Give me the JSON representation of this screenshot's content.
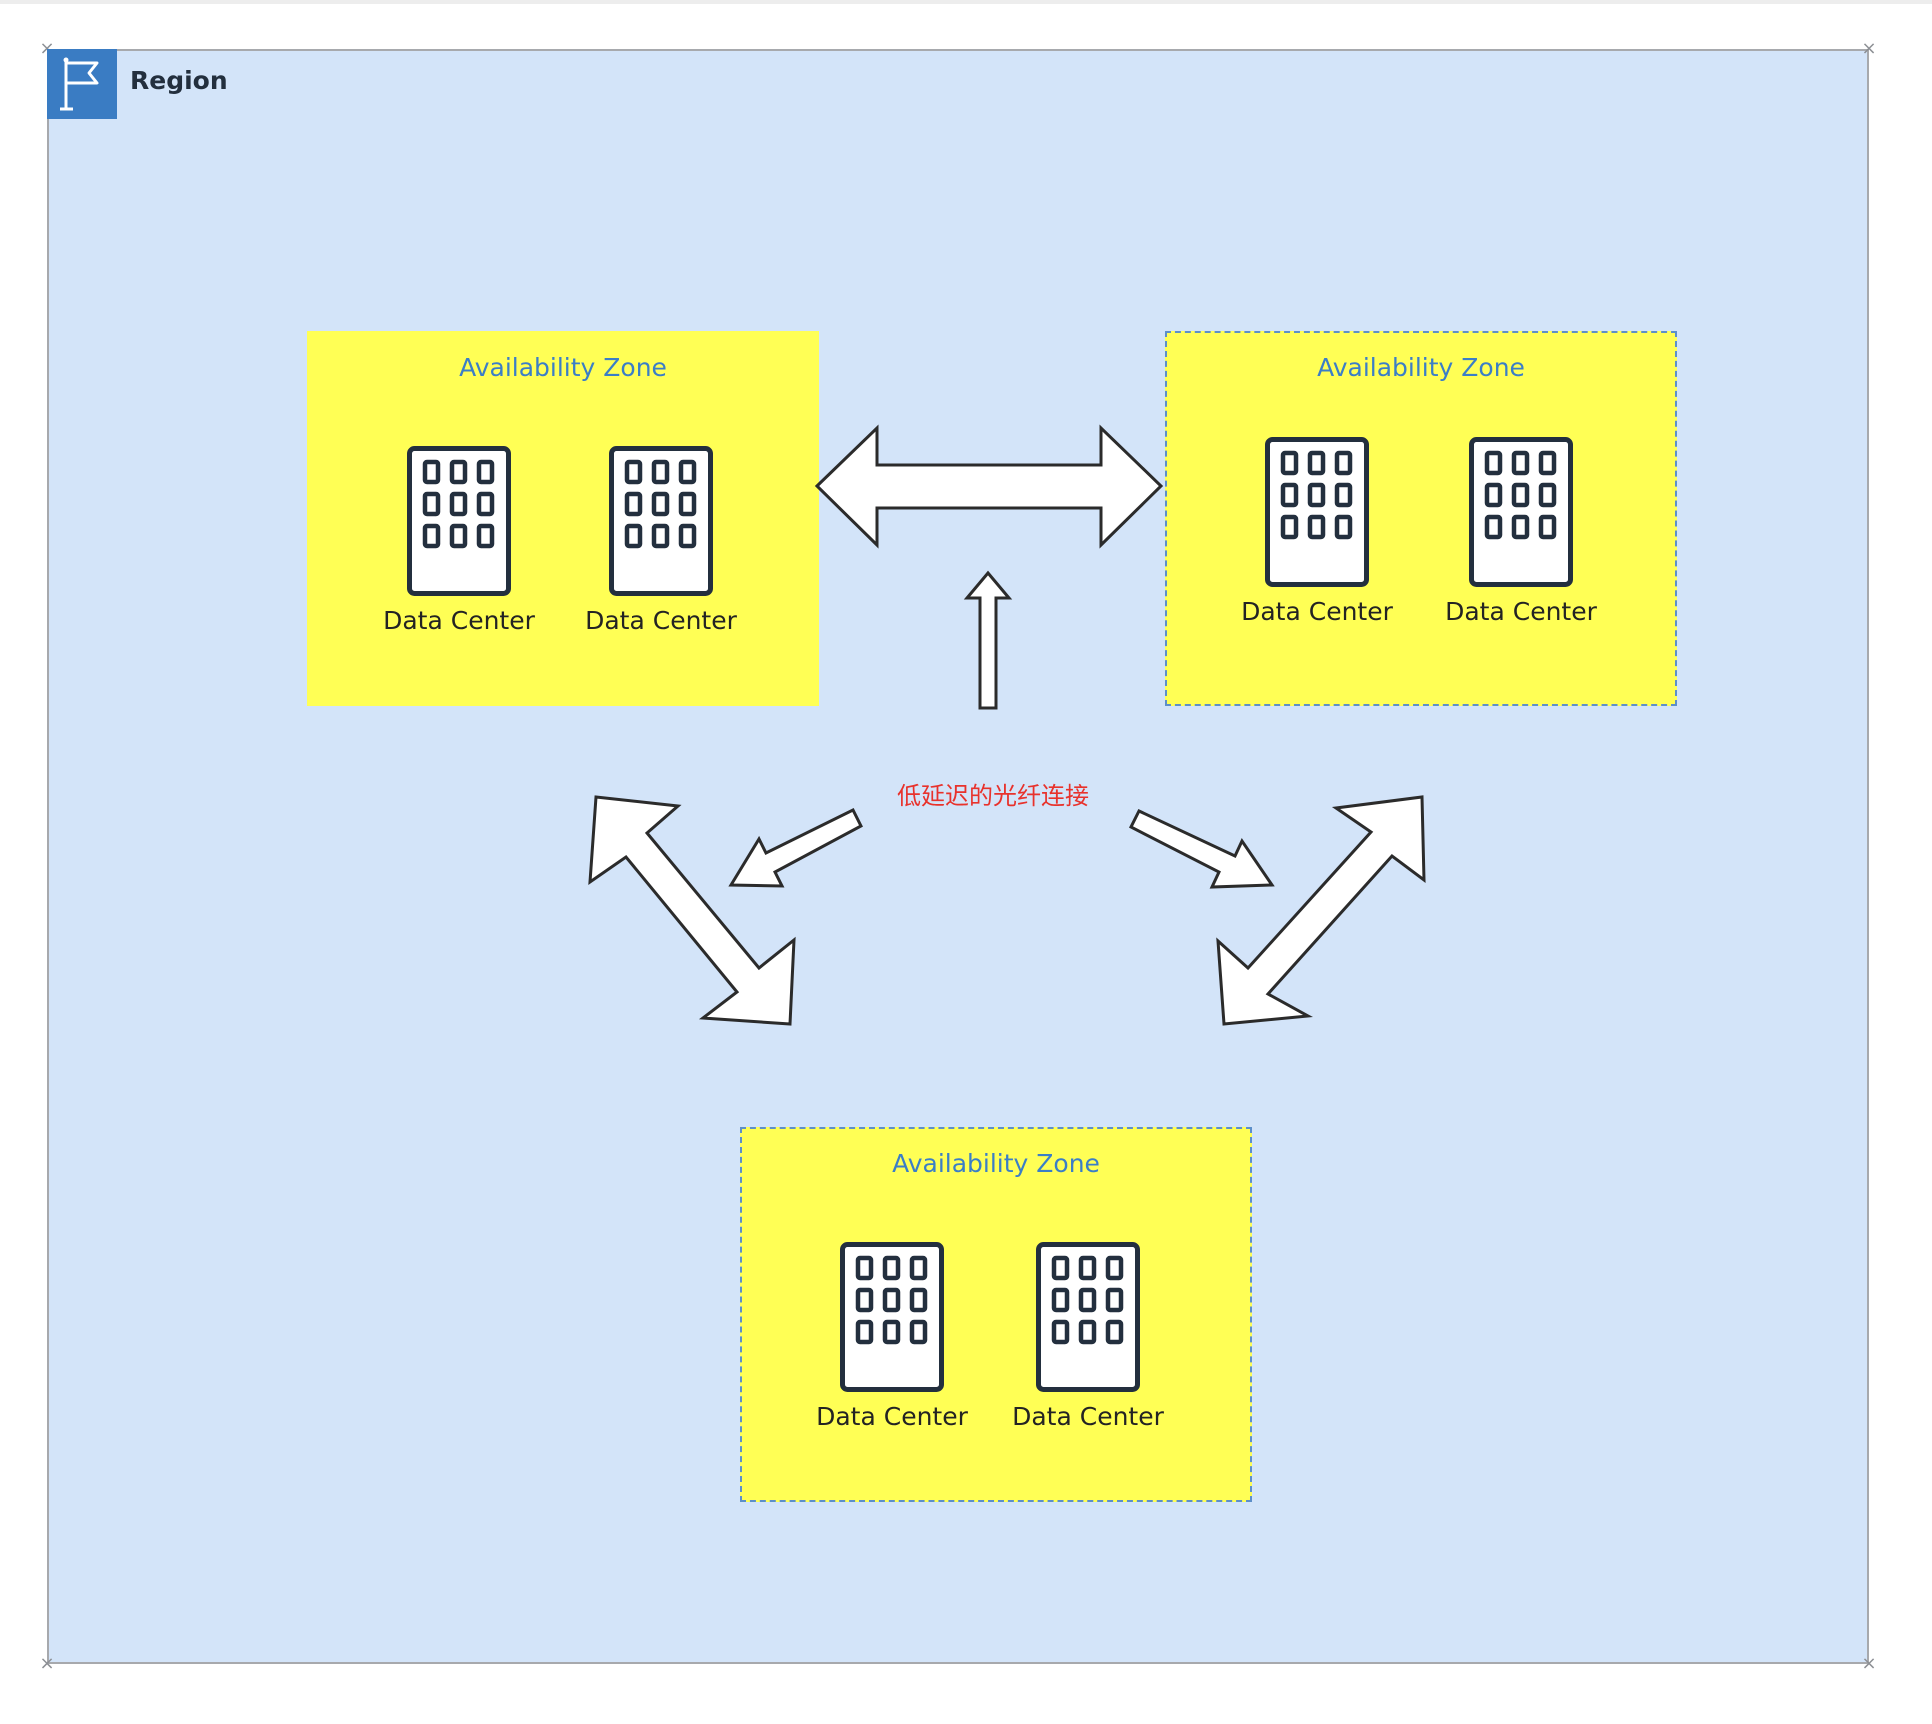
{
  "region": {
    "label": "Region",
    "icon": "flag-icon",
    "colors": {
      "background": "#d3e4f9",
      "border": "#a7a9ad",
      "icon_bg": "#3a7cc3"
    }
  },
  "availability_zones": [
    {
      "title": "Availability Zone",
      "data_centers": [
        {
          "label": "Data Center",
          "icon": "building-icon"
        },
        {
          "label": "Data Center",
          "icon": "building-icon"
        }
      ]
    },
    {
      "title": "Availability Zone",
      "data_centers": [
        {
          "label": "Data Center",
          "icon": "building-icon"
        },
        {
          "label": "Data Center",
          "icon": "building-icon"
        }
      ]
    },
    {
      "title": "Availability Zone",
      "data_centers": [
        {
          "label": "Data Center",
          "icon": "building-icon"
        },
        {
          "label": "Data Center",
          "icon": "building-icon"
        }
      ]
    }
  ],
  "connection_note": "低延迟的光纤连接",
  "colors": {
    "zone_fill": "#ffff55",
    "zone_title": "#3b7ec7",
    "zone_border": "#5d8fc9",
    "note": "#e8322c",
    "arrow_fill": "#ffffff",
    "arrow_stroke": "#2b2b2b"
  }
}
